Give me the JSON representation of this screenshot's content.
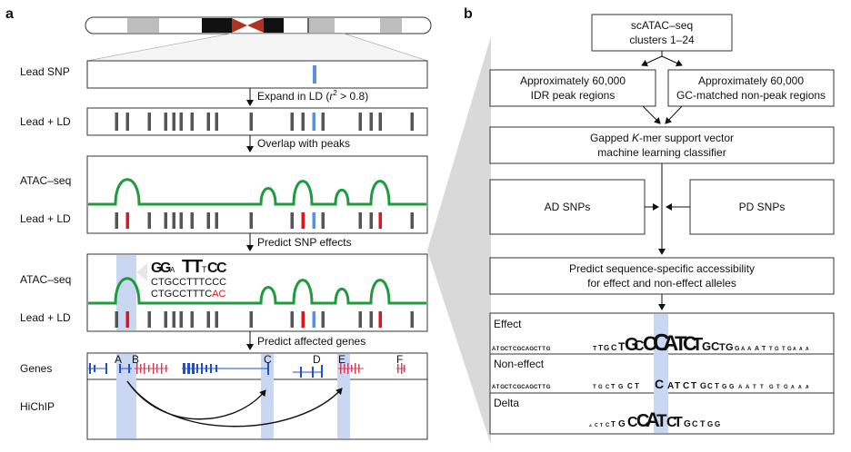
{
  "panel_a": {
    "letter": "a",
    "rows": {
      "lead_snp": "Lead SNP",
      "lead_ld_1": "Lead + LD",
      "atac_1": "ATAC–seq",
      "lead_ld_2": "Lead + LD",
      "atac_2": "ATAC–seq",
      "lead_ld_3": "Lead + LD",
      "genes": "Genes",
      "hichip": "HiChIP"
    },
    "steps": {
      "expand_prefix": "Expand in LD (",
      "expand_r": "r",
      "expand_sup": "2",
      "expand_suffix": " > 0.8)",
      "overlap": "Overlap with peaks",
      "predict_effects": "Predict SNP effects",
      "predict_genes": "Predict affected genes"
    },
    "sequence": {
      "ref_line": "CTGCCTTTCCC",
      "alt_prefix": "CTGCCTTTC",
      "alt_suffix": "AC"
    },
    "genes": [
      "A",
      "B",
      "C",
      "D",
      "E",
      "F"
    ]
  },
  "panel_b": {
    "letter": "b",
    "top_box": [
      "scATAC–seq",
      "clusters 1–24"
    ],
    "left_box": [
      "Approximately 60,000",
      "IDR peak regions"
    ],
    "right_box": [
      "Approximately 60,000",
      "GC-matched non-peak regions"
    ],
    "classifier_prefix": "Gapped ",
    "classifier_k": "K",
    "classifier_suffix": "-mer support vector",
    "classifier_line2": "machine learning classifier",
    "ad": "AD SNPs",
    "pd": "PD SNPs",
    "predict_box": [
      "Predict sequence-specific accessibility",
      "for effect and non-effect alleles"
    ],
    "tracks": [
      "Effect",
      "Non-effect",
      "Delta"
    ]
  },
  "colors": {
    "peak": "#1f9a3c",
    "lead": "#5b8fe0",
    "red": "#e0151b",
    "grey_snp": "#555555",
    "highlight": "#c9d7f3",
    "gene_blue": "#1f4fd0",
    "gene_red": "#d0455a"
  }
}
